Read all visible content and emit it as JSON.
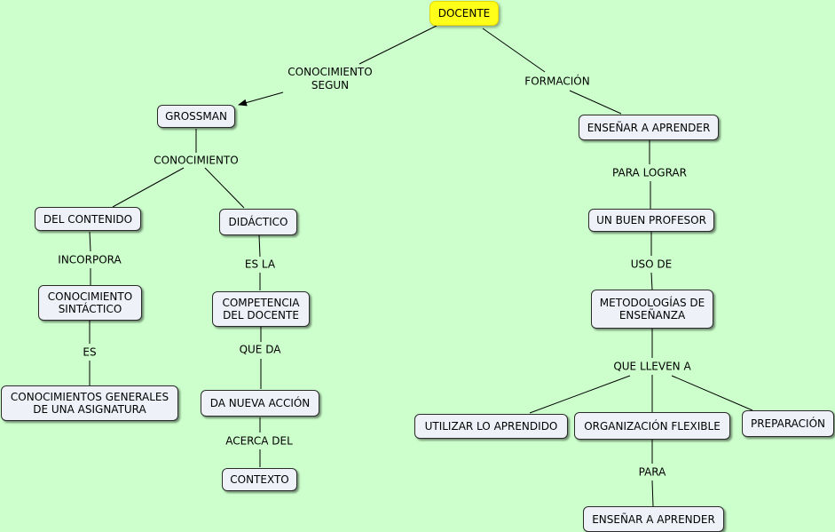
{
  "nodes": {
    "docente": "DOCENTE",
    "grossman": "GROSSMAN",
    "del_contenido": "DEL CONTENIDO",
    "didactico": "DIDÁCTICO",
    "conocimiento_sintactico": "CONOCIMIENTO\nSINTÁCTICO",
    "competencia": "COMPETENCIA\nDEL DOCENTE",
    "conocimientos_generales": "CONOCIMIENTOS GENERALES\nDE UNA ASIGNATURA",
    "nueva_accion": "DA NUEVA ACCIÓN",
    "contexto": "CONTEXTO",
    "ensenar_aprender_1": "ENSEÑAR A APRENDER",
    "buen_profesor": "UN BUEN PROFESOR",
    "metodologias": "METODOLOGÍAS DE\nENSEÑANZA",
    "utilizar": "UTILIZAR LO APRENDIDO",
    "organizacion": "ORGANIZACIÓN FLEXIBLE",
    "preparacion": "PREPARACIÓN",
    "ensenar_aprender_2": "ENSEÑAR A APRENDER"
  },
  "links": {
    "conocimiento_segun": "CONOCIMIENTO\nSEGUN",
    "formacion": "FORMACIÓN",
    "conocimiento": "CONOCIMIENTO",
    "incorpora": "INCORPORA",
    "es_la": "ES LA",
    "es": "ES",
    "que_da": "QUE DA",
    "acerca_del": "ACERCA DEL",
    "para_lograr": "PARA LOGRAR",
    "uso_de": "USO DE",
    "que_lleven_a": "QUE LLEVEN A",
    "para": "PARA"
  },
  "colors": {
    "background": "#ccffcc",
    "node_fill": "#eef2f8",
    "root_fill": "#ffff1a",
    "line": "#000000"
  }
}
